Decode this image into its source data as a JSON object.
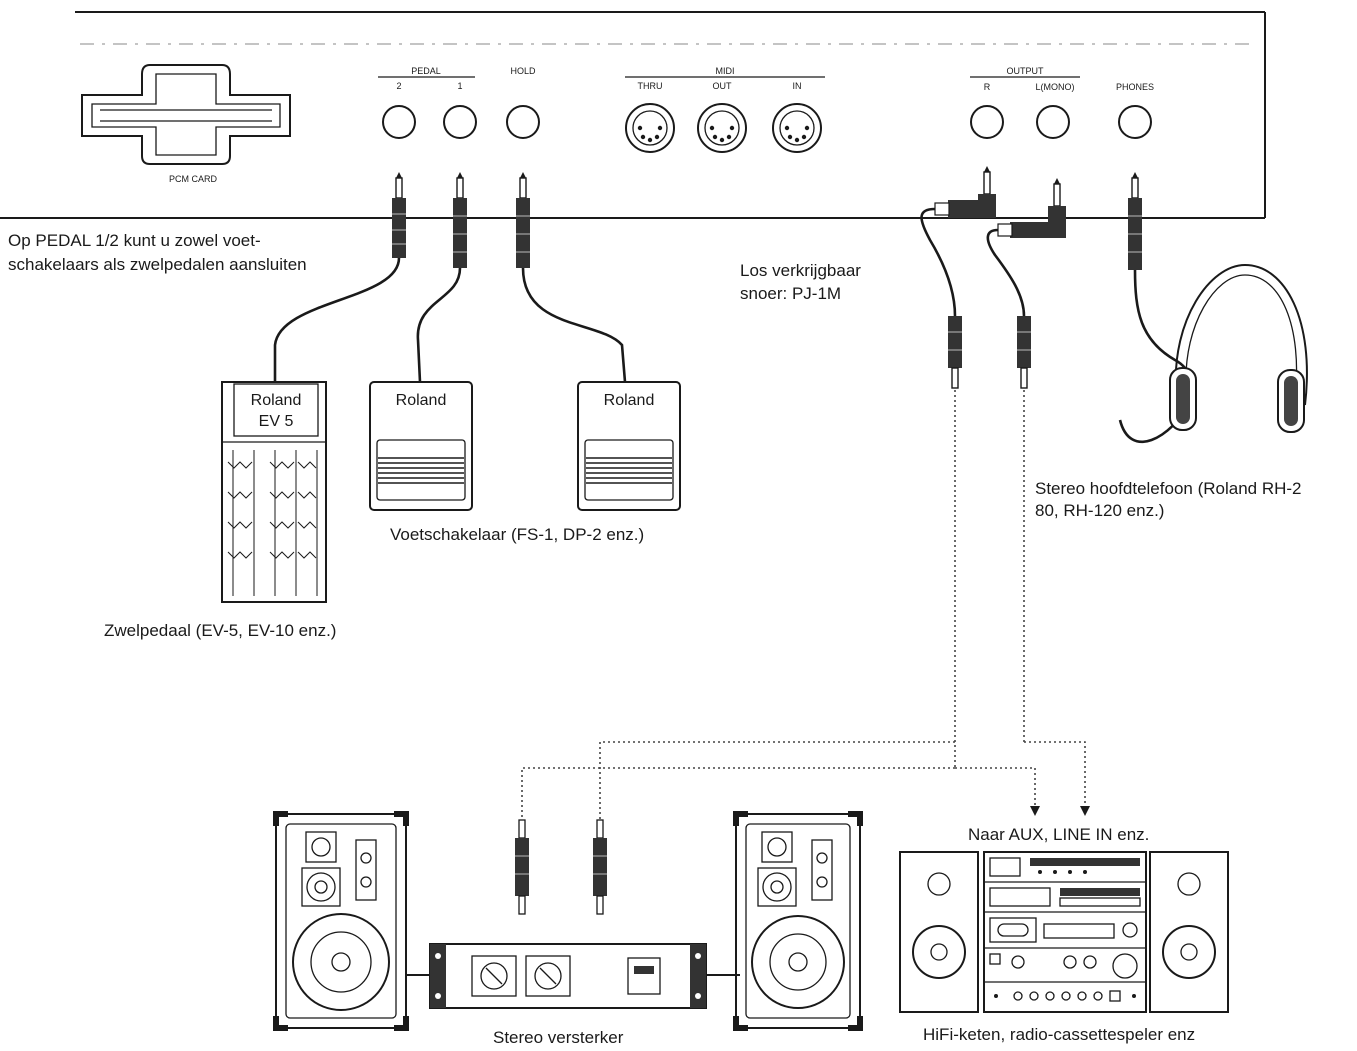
{
  "panel": {
    "pcm_card": "PCM CARD",
    "pedal_group": "PEDAL",
    "pedal_2": "2",
    "pedal_1": "1",
    "hold": "HOLD",
    "midi_group": "MIDI",
    "midi_thru": "THRU",
    "midi_out": "OUT",
    "midi_in": "IN",
    "output_group": "OUTPUT",
    "output_r": "R",
    "output_l": "L(MONO)",
    "phones": "PHONES"
  },
  "captions": {
    "pedal_note_1": "Op PEDAL 1/2 kunt u zowel voet-",
    "pedal_note_2": "schakelaars als zwelpedalen aansluiten",
    "cord_1": "Los verkrijgbaar",
    "cord_2": "snoer: PJ-1M",
    "headphones_1": "Stereo hoofdtelefoon (Roland RH-2",
    "headphones_2": "80, RH-120 enz.)",
    "footswitch": "Voetschakelaar (FS-1, DP-2 enz.)",
    "expression": "Zwelpedaal (EV-5, EV-10 enz.)",
    "aux": "Naar AUX, LINE IN enz.",
    "amp": "Stereo versterker",
    "hifi": "HiFi-keten, radio-cassettespeler enz"
  },
  "devices": {
    "ev5_brand": "Roland",
    "ev5_model": "EV 5",
    "fs_left_brand": "Roland",
    "fs_right_brand": "Roland"
  }
}
